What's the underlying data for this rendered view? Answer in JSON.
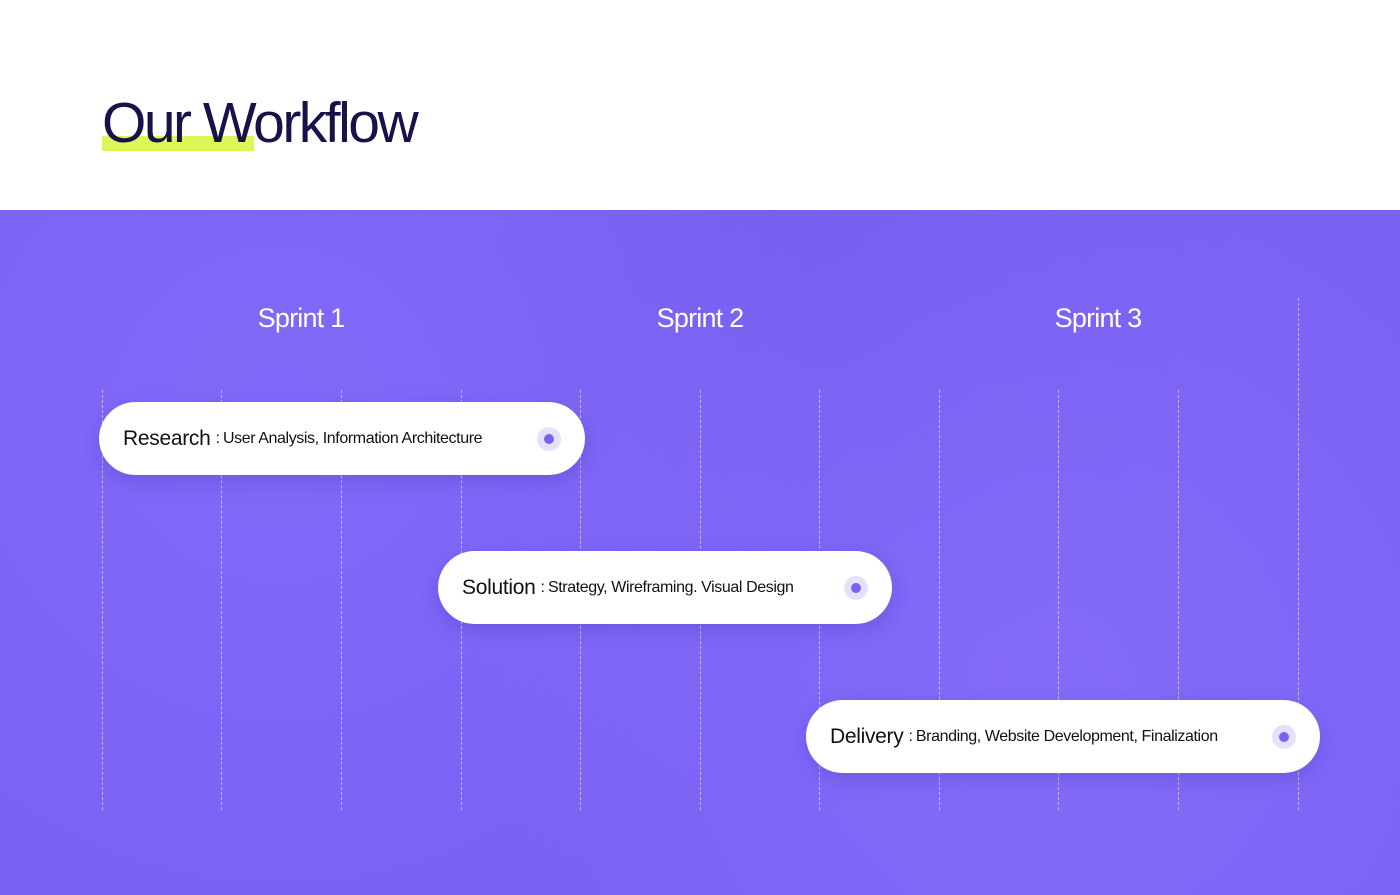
{
  "header": {
    "title": "Our Workflow",
    "highlight_color": "#dcf75a",
    "title_color": "#16124a"
  },
  "timeline": {
    "background_color": "#7b61f4",
    "sprints": [
      {
        "label": "Sprint 1"
      },
      {
        "label": "Sprint 2"
      },
      {
        "label": "Sprint 3"
      }
    ],
    "phases": [
      {
        "title": "Research",
        "separator": ":",
        "description": "User Analysis, Information Architecture",
        "spans_sprints": [
          1,
          2
        ]
      },
      {
        "title": "Solution",
        "separator": ":",
        "description": "Strategy, Wireframing. Visual Design",
        "spans_sprints": [
          2,
          3
        ]
      },
      {
        "title": "Delivery",
        "separator": ":",
        "description": "Branding, Website Development, Finalization",
        "spans_sprints": [
          2,
          3
        ]
      }
    ],
    "indicator_icon": "dot-indicator-icon"
  }
}
